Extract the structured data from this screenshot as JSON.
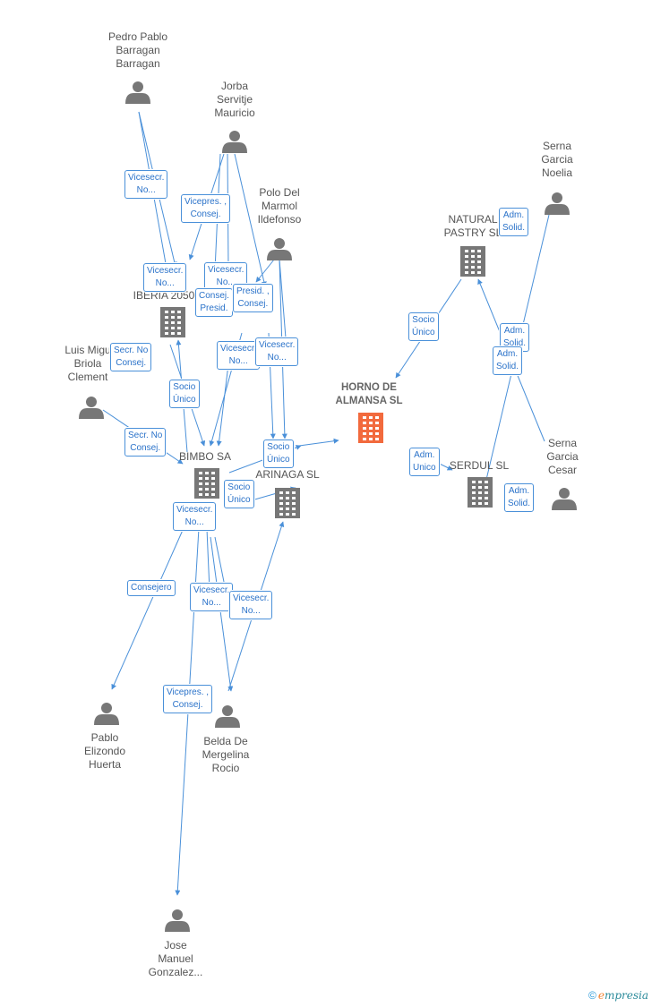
{
  "colors": {
    "edge": "#4a90d9",
    "person": "#777777",
    "company": "#777777",
    "focus": "#f26a3d"
  },
  "nodes": [
    {
      "id": "pedro",
      "type": "person",
      "label": "Pedro Pablo\nBarragan\nBarragan"
    },
    {
      "id": "jorba",
      "type": "person",
      "label": "Jorba\nServitje\nMauricio"
    },
    {
      "id": "polo",
      "type": "person",
      "label": "Polo Del\nMarmol\nIldefonso"
    },
    {
      "id": "serna_noelia",
      "type": "person",
      "label": "Serna\nGarcia\nNoelia"
    },
    {
      "id": "natural",
      "type": "company",
      "label": "NATURAL\nPASTRY SL"
    },
    {
      "id": "iberia",
      "type": "company",
      "label": "IBERIA 2050"
    },
    {
      "id": "luis",
      "type": "person",
      "label": "Luis Migu\nBriola\nClement"
    },
    {
      "id": "horno",
      "type": "focus",
      "label": "HORNO DE\nALMANSA SL"
    },
    {
      "id": "bimbo",
      "type": "company",
      "label": "BIMBO SA"
    },
    {
      "id": "arinaga",
      "type": "company",
      "label": "ARINAGA SL"
    },
    {
      "id": "serdul",
      "type": "company",
      "label": "SERDUL SL"
    },
    {
      "id": "serna_cesar",
      "type": "person",
      "label": "Serna\nGarcia\nCesar"
    },
    {
      "id": "pablo",
      "type": "person",
      "label": "Pablo\nElizondo\nHuerta"
    },
    {
      "id": "belda",
      "type": "person",
      "label": "Belda De\nMergelina\nRocio"
    },
    {
      "id": "jose",
      "type": "person",
      "label": "Jose\nManuel\nGonzalez..."
    }
  ],
  "edge_labels": [
    {
      "text": "Vicesecr.\nNo..."
    },
    {
      "text": "Vicepres. ,\nConsej."
    },
    {
      "text": "Vicesecr.\nNo..."
    },
    {
      "text": "Vicesecr.\nNo..."
    },
    {
      "text": "Consej.\nPresid."
    },
    {
      "text": "Presid. ,\nConsej."
    },
    {
      "text": "Secr. No\nConsej."
    },
    {
      "text": "Vicesecr.\nNo..."
    },
    {
      "text": "Vicesecr.\nNo..."
    },
    {
      "text": "Socio\nÚnico"
    },
    {
      "text": "Secr. No\nConsej."
    },
    {
      "text": "Socio\nÚnico"
    },
    {
      "text": "Socio\nÚnico"
    },
    {
      "text": "Vicesecr.\nNo..."
    },
    {
      "text": "Socio\nÚnico"
    },
    {
      "text": "Adm.\nSolid."
    },
    {
      "text": "Adm.\nSolid."
    },
    {
      "text": "Adm.\nSolid."
    },
    {
      "text": "Adm.\nUnico"
    },
    {
      "text": "Adm.\nSolid."
    },
    {
      "text": "Consejero"
    },
    {
      "text": "Vicesecr.\nNo..."
    },
    {
      "text": "Vicesecr.\nNo..."
    },
    {
      "text": "Vicepres. ,\nConsej."
    }
  ],
  "footer": {
    "copyright": "©",
    "brand_e": "e",
    "brand_rest": "mpresia"
  }
}
